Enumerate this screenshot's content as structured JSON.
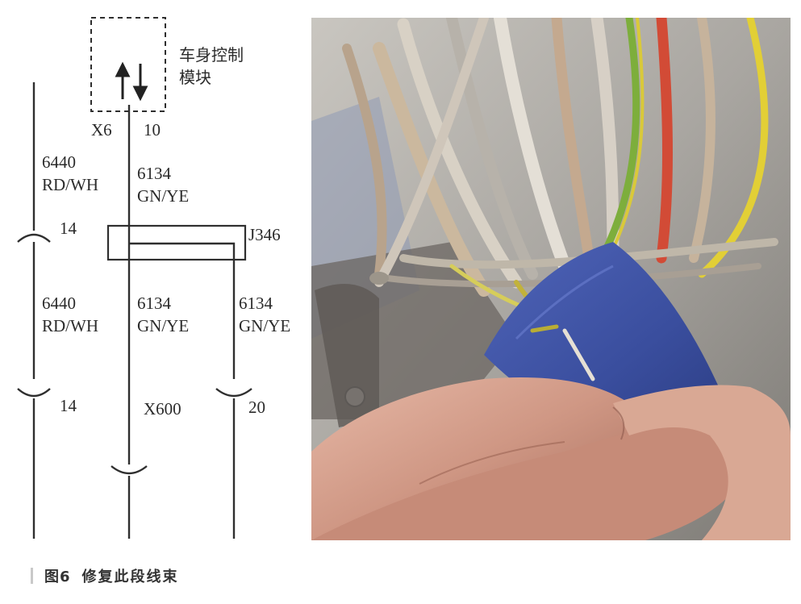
{
  "module": {
    "label_line1": "车身控制",
    "label_line2": "模块"
  },
  "module_pins": {
    "connector": "X6",
    "pin": "10"
  },
  "wires": [
    {
      "id": "6440-upper",
      "number": "6440",
      "color": "RD/WH"
    },
    {
      "id": "6134-upper",
      "number": "6134",
      "color": "GN/YE"
    },
    {
      "id": "6440-lower",
      "number": "6440",
      "color": "RD/WH"
    },
    {
      "id": "6134-lower-left",
      "number": "6134",
      "color": "GN/YE"
    },
    {
      "id": "6134-lower-right",
      "number": "6134",
      "color": "GN/YE"
    }
  ],
  "connectors": {
    "upper_left_pin": "14",
    "splice": "J346",
    "lower_left_pin": "14",
    "lower_connector": "X600",
    "lower_right_pin": "20"
  },
  "caption": {
    "figure": "图6",
    "text": "修复此段线束"
  }
}
